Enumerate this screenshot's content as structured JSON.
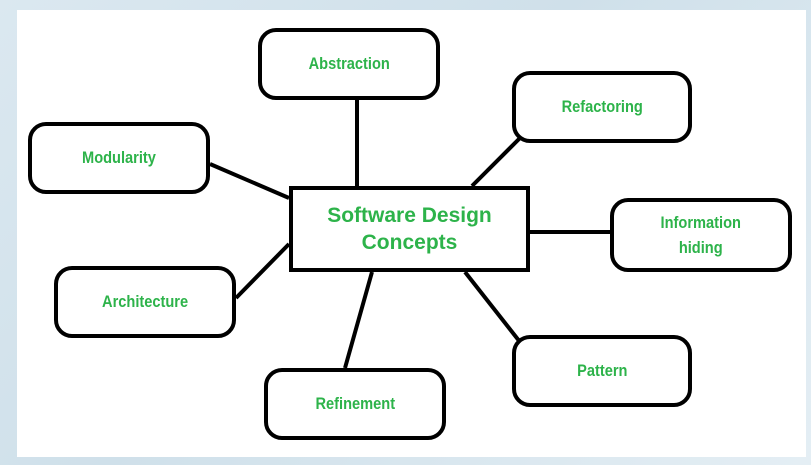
{
  "diagram": {
    "center": {
      "label": "Software Design\nConcepts"
    },
    "nodes": {
      "abstraction": {
        "label": "Abstraction"
      },
      "refactoring": {
        "label": "Refactoring"
      },
      "modularity": {
        "label": "Modularity"
      },
      "information_hiding": {
        "label": "Information\nhiding"
      },
      "architecture": {
        "label": "Architecture"
      },
      "pattern": {
        "label": "Pattern"
      },
      "refinement": {
        "label": "Refinement"
      }
    },
    "colors": {
      "text": "#2db34a",
      "border": "#000000",
      "background": "#ffffff"
    }
  }
}
